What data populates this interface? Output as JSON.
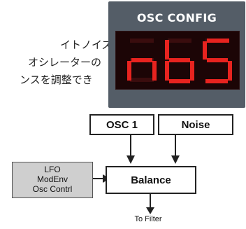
{
  "text_lines": [
    "イトノイズを使",
    "オシレーターの",
    "ンスを調整でき"
  ],
  "panel": {
    "title": "OSC CONFIG",
    "display_text": "nb5",
    "display_color": "#e8231f"
  },
  "diagram": {
    "osc1_label": "OSC 1",
    "noise_label": "Noise",
    "balance_label": "Balance",
    "mod_sources": [
      "LFO",
      "ModEnv",
      "Osc Contrl"
    ],
    "output_label": "To Filter"
  }
}
